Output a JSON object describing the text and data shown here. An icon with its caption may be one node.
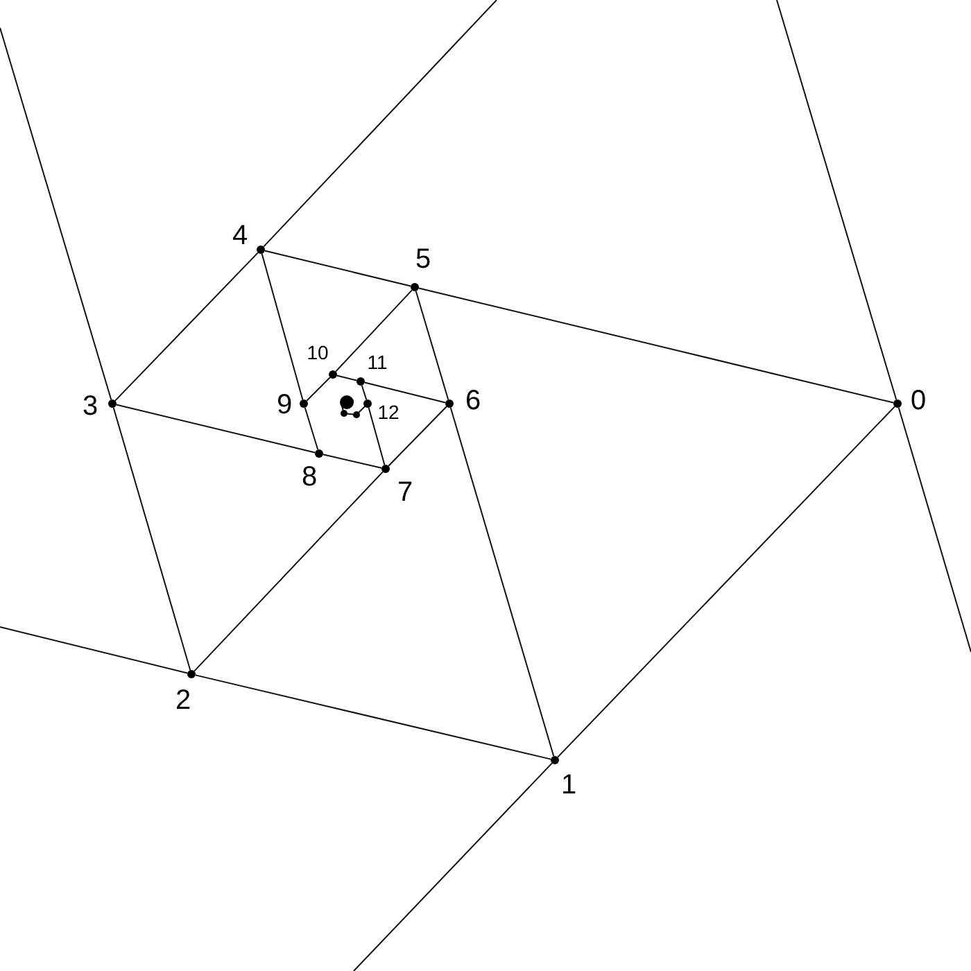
{
  "diagram": {
    "nodes": [
      {
        "text": [],
        "shape": "circle",
        "beside": [
          "0"
        ]
      },
      {
        "text": [],
        "shape": "circle",
        "beside": [
          "1"
        ]
      },
      {
        "text": [],
        "shape": "circle",
        "beside": [
          "2"
        ]
      },
      {
        "text": [],
        "shape": "circle",
        "beside": [
          "3"
        ]
      },
      {
        "text": [],
        "shape": "circle",
        "beside": [
          "4"
        ]
      },
      {
        "text": [],
        "shape": "circle",
        "beside": [
          "5"
        ]
      },
      {
        "text": [],
        "shape": "circle",
        "beside": [
          "6"
        ]
      },
      {
        "text": [],
        "shape": "circle",
        "beside": [
          "7"
        ]
      },
      {
        "text": [],
        "shape": "circle",
        "beside": [
          "8"
        ]
      },
      {
        "text": [],
        "shape": "circle",
        "beside": [
          "9"
        ]
      },
      {
        "text": [],
        "shape": "circle",
        "beside": [
          "10"
        ]
      },
      {
        "text": [],
        "shape": "circle",
        "beside": [
          "11"
        ]
      },
      {
        "text": [],
        "shape": "circle",
        "beside": [
          "12"
        ]
      }
    ],
    "edges": [
      {
        "from": 0,
        "to": 1,
        "arrow": "none"
      },
      {
        "from": 1,
        "to": 2,
        "arrow": "none"
      },
      {
        "from": 2,
        "to": 3,
        "arrow": "none"
      },
      {
        "from": 3,
        "to": 4,
        "arrow": "none"
      },
      {
        "from": 4,
        "to": 5,
        "arrow": "none"
      },
      {
        "from": 5,
        "to": 0,
        "arrow": "none"
      },
      {
        "from": 5,
        "to": 6,
        "arrow": "none"
      },
      {
        "from": 6,
        "to": 1,
        "arrow": "none"
      },
      {
        "from": 6,
        "to": 7,
        "arrow": "none"
      },
      {
        "from": 7,
        "to": 2,
        "arrow": "none"
      },
      {
        "from": 7,
        "to": 8,
        "arrow": "none"
      },
      {
        "from": 8,
        "to": 3,
        "arrow": "none"
      },
      {
        "from": 8,
        "to": 9,
        "arrow": "none"
      },
      {
        "from": 9,
        "to": 4,
        "arrow": "none"
      },
      {
        "from": 9,
        "to": 10,
        "arrow": "none"
      },
      {
        "from": 10,
        "to": 5,
        "arrow": "none"
      },
      {
        "from": 10,
        "to": 11,
        "arrow": "none"
      },
      {
        "from": 11,
        "to": 6,
        "arrow": "none"
      },
      {
        "from": 11,
        "to": 12,
        "arrow": "none"
      },
      {
        "from": 12,
        "to": 7,
        "arrow": "none"
      },
      {
        "from": 1,
        "to": null,
        "arrow": "none"
      },
      {
        "from": 2,
        "to": null,
        "arrow": "none"
      },
      {
        "from": 3,
        "to": null,
        "arrow": "none"
      },
      {
        "from": 4,
        "to": null,
        "arrow": "none"
      },
      {
        "from": null,
        "to": 0,
        "arrow": "none"
      },
      {
        "from": 0,
        "to": null,
        "arrow": "none"
      }
    ]
  }
}
